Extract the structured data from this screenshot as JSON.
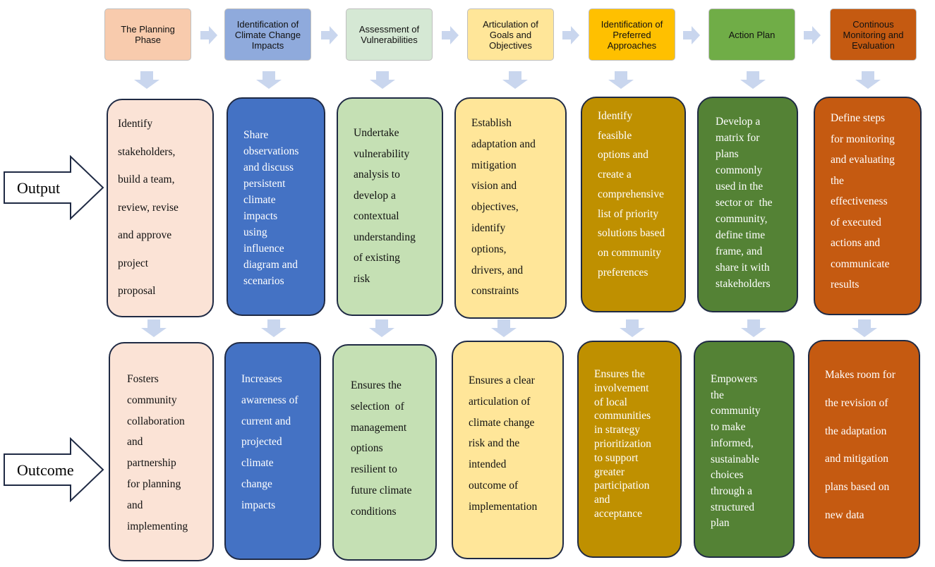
{
  "steps": [
    {
      "header": "The Planning Phase",
      "header_color": "#f8cbad",
      "output": "Identify stakeholders, build a team, review, revise and approve project proposal",
      "output_color": "#fbe3d6",
      "output_text_color": "#111111",
      "outcome": "Fosters community collaboration and partnership for planning and implementing",
      "outcome_color": "#fbe3d6",
      "outcome_text_color": "#111111"
    },
    {
      "header": "Identification of Climate Change Impacts",
      "header_color": "#8faadc",
      "output": "Share observations and discuss persistent climate impacts using influence diagram and scenarios",
      "output_color": "#4472c4",
      "output_text_color": "#ffffff",
      "outcome": "Increases awareness of current and projected climate change impacts",
      "outcome_color": "#4472c4",
      "outcome_text_color": "#ffffff"
    },
    {
      "header": "Assessment of Vulnerabilities",
      "header_color": "#d5e8d4",
      "output": "Undertake vulnerability analysis to develop a contextual understanding of existing risk",
      "output_color": "#c5e0b4",
      "output_text_color": "#111111",
      "outcome": "Ensures the selection of management options resilient to future climate conditions",
      "outcome_color": "#c5e0b4",
      "outcome_text_color": "#111111"
    },
    {
      "header": "Articulation of Goals and Objectives",
      "header_color": "#ffe699",
      "output": "Establish adaptation and mitigation vision and objectives, identify options, drivers, and constraints",
      "output_color": "#ffe699",
      "output_text_color": "#111111",
      "outcome": "Ensures a clear articulation of climate change risk and the intended outcome of implementation",
      "outcome_color": "#ffe699",
      "outcome_text_color": "#111111"
    },
    {
      "header": "Identification of Preferred Approaches",
      "header_color": "#ffc000",
      "output": "Identify feasible options and create a comprehensive list of priority solutions based on community preferences",
      "output_color": "#bf9000",
      "output_text_color": "#ffffff",
      "outcome": "Ensures the involvement of local communities in strategy prioritization to support greater participation and acceptance",
      "outcome_color": "#bf9000",
      "outcome_text_color": "#ffffff"
    },
    {
      "header": "Action Plan",
      "header_color": "#70ad47",
      "output": "Develop a matrix for plans commonly used in the sector or the community, define time frame, and share it with stakeholders",
      "output_color": "#548235",
      "output_text_color": "#ffffff",
      "outcome": "Empowers the community to make informed, sustainable choices through a structured plan",
      "outcome_color": "#548235",
      "outcome_text_color": "#ffffff"
    },
    {
      "header": "Continous Monitoring and Evaluation",
      "header_color": "#c55a11",
      "output": "Define steps for monitoring and evaluating the effectiveness of executed actions and communicate results",
      "output_color": "#c55a11",
      "output_text_color": "#ffffff",
      "outcome": "Makes room for the revision of the adaptation and mitigation plans based on new data",
      "outcome_color": "#c55a11",
      "outcome_text_color": "#ffffff"
    }
  ],
  "row_labels": {
    "output": "Output",
    "outcome": "Outcome"
  },
  "colors": {
    "connector_arrow": "#c9d6ee",
    "card_border": "#1f2a44",
    "label_arrow_border": "#1f2a44"
  }
}
